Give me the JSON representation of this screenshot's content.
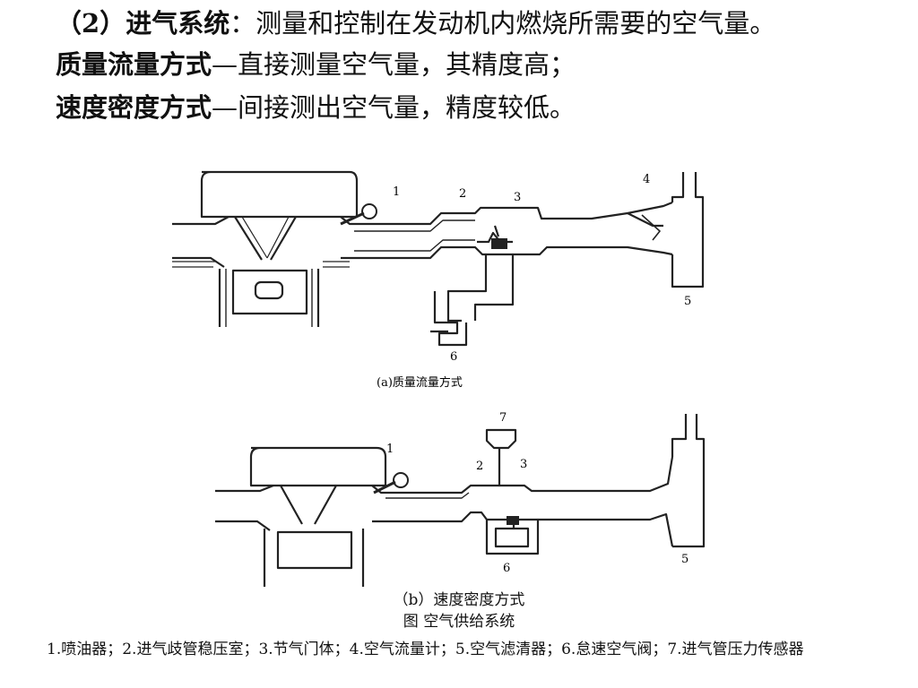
{
  "line1": {
    "prefix": "（2）",
    "term": "进气系统",
    "sep": "：",
    "body": "测量和控制在发动机内燃烧所需要的空气量。"
  },
  "line2": {
    "term": "质量流量方式",
    "dash": "—",
    "body": "直接测量空气量，其精度高；"
  },
  "line3": {
    "term": "速度密度方式",
    "dash": "—",
    "body": "间接测出空气量，精度较低。"
  },
  "figure_a": {
    "caption": "(a)质量流量方式",
    "labels": {
      "n1": "1",
      "n2": "2",
      "n3": "3",
      "n4": "4",
      "n5": "5",
      "n6": "6"
    }
  },
  "figure_b": {
    "caption": "（b）速度密度方式",
    "labels": {
      "n1": "1",
      "n2": "2",
      "n3": "3",
      "n5": "5",
      "n6": "6",
      "n7": "7"
    }
  },
  "figure_title": "图  空气供给系统",
  "legend": "1.喷油器；2.进气歧管稳压室；3.节气门体；4.空气流量计；5.空气滤清器；6.怠速空气阀；7.进气管压力传感器"
}
